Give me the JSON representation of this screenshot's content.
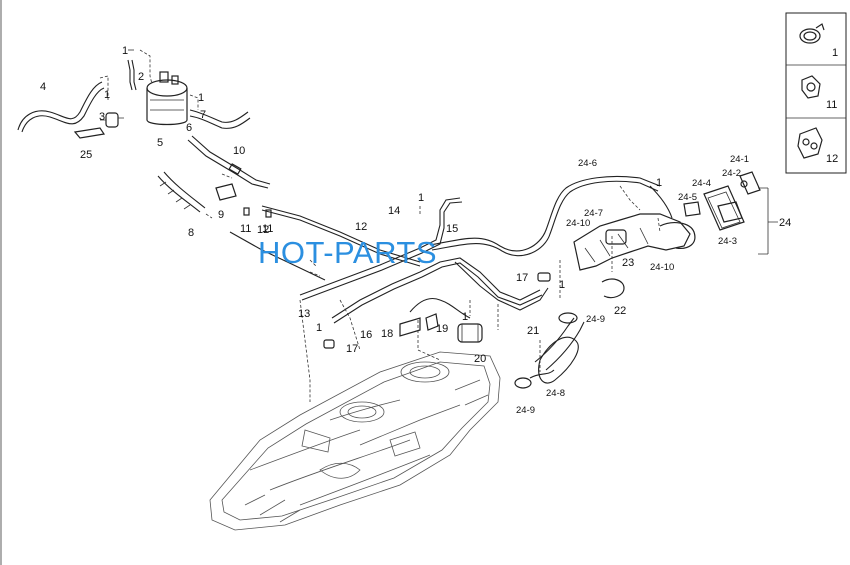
{
  "watermark": "HOT-PARTS",
  "callouts": {
    "c1a": "1",
    "c2": "2",
    "c1b": "1",
    "c1c": "1",
    "c4": "4",
    "c3": "3",
    "c5": "5",
    "c6": "6",
    "c25": "25",
    "c7": "7",
    "c10": "10",
    "c8": "8",
    "c9": "9",
    "c11a": "11",
    "c11b": "11",
    "c12a": "12",
    "c12b": "12",
    "c13": "13",
    "c14": "14",
    "c1d": "1",
    "c15": "15",
    "c16": "16",
    "c17a": "17",
    "c1e": "1",
    "c18": "18",
    "c19": "19",
    "c1f": "1",
    "c20": "20",
    "c21": "21",
    "c17b": "17",
    "c1g": "1",
    "c24_6": "24-6",
    "c24_7": "24-7",
    "c24_10a": "24-10",
    "c1h": "1",
    "c24_5": "24-5",
    "c24_4": "24-4",
    "c24_2": "24-2",
    "c24_1": "24-1",
    "c24": "24",
    "c24_3": "24-3",
    "c23": "23",
    "c24_10b": "24-10",
    "c22": "22",
    "c24_9a": "24-9",
    "c24_8": "24-8",
    "c24_9b": "24-9"
  },
  "legend": [
    {
      "num": "1",
      "icon": "hose-clamp-icon"
    },
    {
      "num": "11",
      "icon": "pipe-clip-icon"
    },
    {
      "num": "12",
      "icon": "double-clip-icon"
    }
  ]
}
